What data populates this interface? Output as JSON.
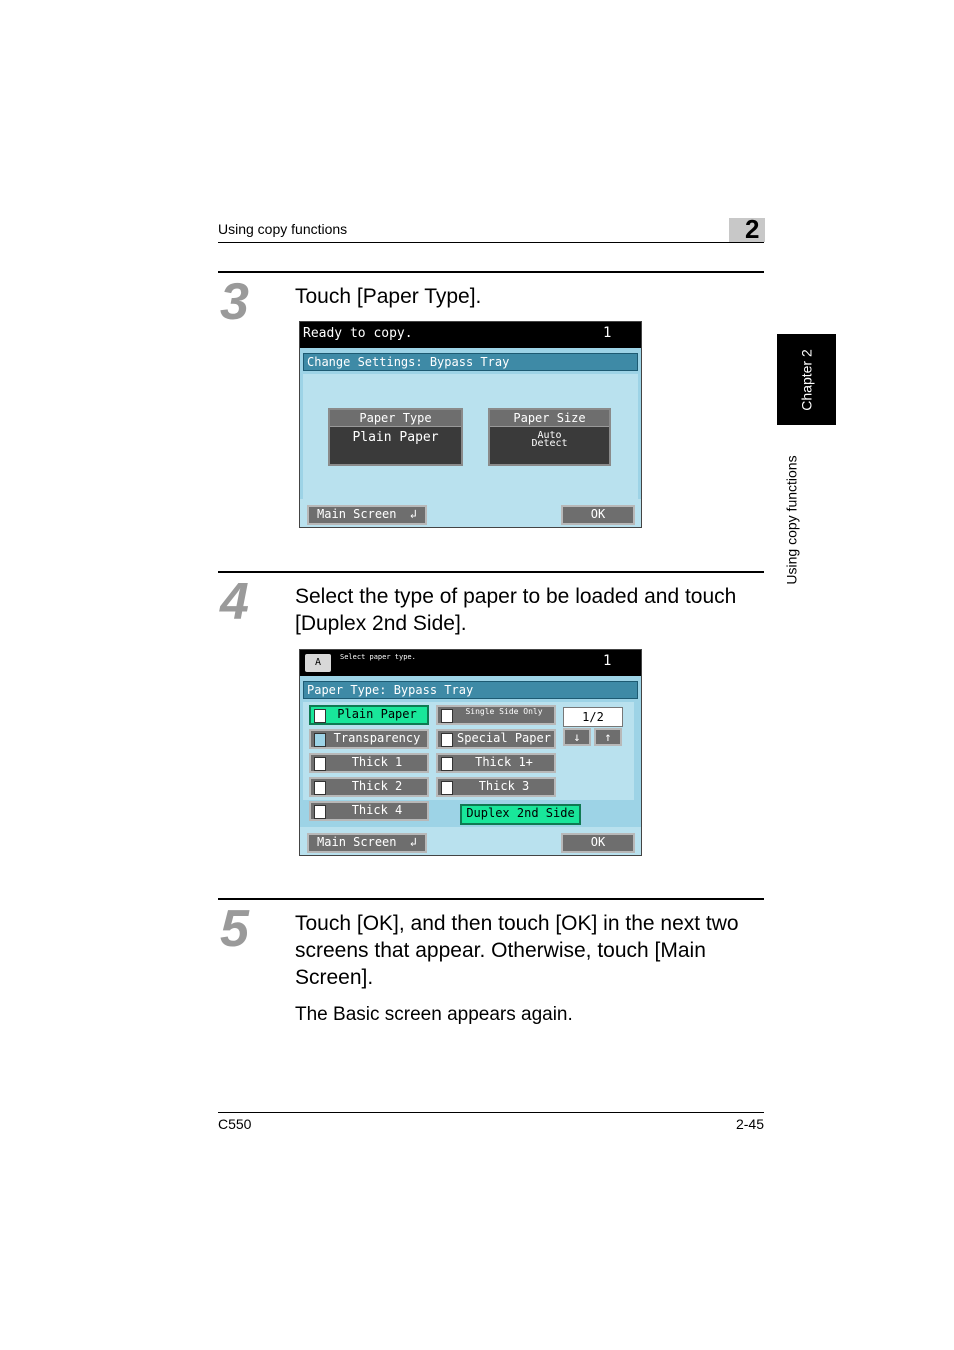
{
  "header": {
    "section": "Using copy functions",
    "chapter_number": "2"
  },
  "side_tab": {
    "chapter": "Chapter 2",
    "section": "Using copy functions"
  },
  "steps": [
    {
      "number": "3",
      "text": "Touch [Paper Type]."
    },
    {
      "number": "4",
      "text": "Select the type of paper to be loaded and touch [Duplex 2nd Side]."
    },
    {
      "number": "5",
      "text": "Touch [OK], and then touch [OK] in the next two screens that appear. Otherwise, touch [Main Screen].",
      "note": "The Basic screen appears again."
    }
  ],
  "screen1": {
    "status": "Ready to copy.",
    "count": "1",
    "title": "Change Settings: Bypass Tray",
    "paper_type": {
      "caption": "Paper Type",
      "value": "Plain Paper"
    },
    "paper_size": {
      "caption": "Paper Size",
      "value_line1": "Auto",
      "value_line2": "Detect"
    },
    "main_screen": "Main Screen",
    "ok": "OK"
  },
  "screen2": {
    "status": "Select paper type.",
    "count": "1",
    "title": "Paper Type: Bypass Tray",
    "left_column": [
      "Plain Paper",
      "Transparency",
      "Thick 1",
      "Thick 2",
      "Thick 4"
    ],
    "right_column": [
      "Single Side Only",
      "Special Paper",
      "Thick 1+",
      "Thick 3"
    ],
    "selected": "Plain Paper",
    "page_indicator": "1/2",
    "down_arrow": "↓",
    "up_arrow": "↑",
    "duplex": "Duplex 2nd Side",
    "main_screen": "Main Screen",
    "ok": "OK"
  },
  "footer": {
    "model": "C550",
    "page": "2-45"
  }
}
